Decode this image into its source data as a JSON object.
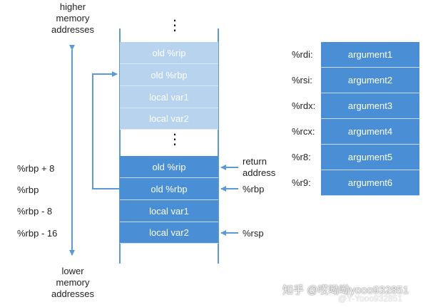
{
  "memory_labels": {
    "higher": [
      "higher",
      "memory",
      "addresses"
    ],
    "lower": [
      "lower",
      "memory",
      "addresses"
    ]
  },
  "stack": {
    "top_dots": "⋮",
    "mid_dots": "⋮",
    "upper_frame": [
      "old %rip",
      "old %rbp",
      "local var1",
      "local var2"
    ],
    "lower_frame": [
      "old %rip",
      "old %rbp",
      "local var1",
      "local var2"
    ]
  },
  "offsets": [
    "%rbp + 8",
    "%rbp",
    "%rbp - 8",
    "%rbp - 16"
  ],
  "pointers": {
    "return_address": [
      "return",
      "address"
    ],
    "rbp": "%rbp",
    "rsp": "%rsp"
  },
  "registers": [
    {
      "reg": "%rdi:",
      "value": "argument1"
    },
    {
      "reg": "%rsi:",
      "value": "argument2"
    },
    {
      "reg": "%rdx:",
      "value": "argument3"
    },
    {
      "reg": "%rcx:",
      "value": "argument4"
    },
    {
      "reg": "%r8:",
      "value": "argument5"
    },
    {
      "reg": "%r9:",
      "value": "argument6"
    }
  ],
  "watermark": {
    "main": "知乎 @哎呦呦yooo932851",
    "sub": "@Y-Yooo932851"
  },
  "colors": {
    "light_cell": "#b8d3ee",
    "dark_cell": "#4a8fd6",
    "line": "#5a9ad9"
  }
}
